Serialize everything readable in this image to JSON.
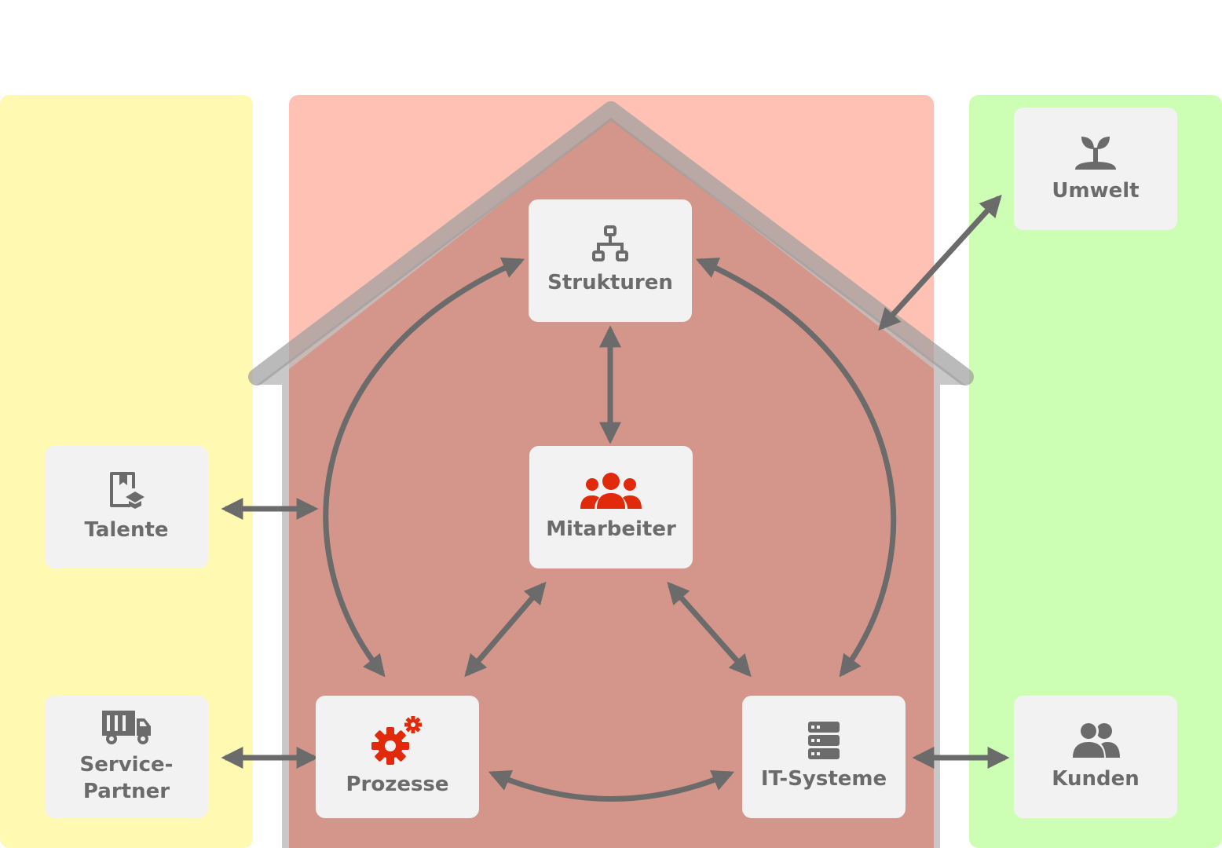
{
  "diagram": {
    "nodes": {
      "strukturen": {
        "label": "Strukturen",
        "icon": "sitemap-icon"
      },
      "mitarbeiter": {
        "label": "Mitarbeiter",
        "icon": "team-icon"
      },
      "talente": {
        "label": "Talente",
        "icon": "talent-book-icon"
      },
      "service_partner": {
        "label": "Service-\nPartner",
        "icon": "truck-icon"
      },
      "prozesse": {
        "label": "Prozesse",
        "icon": "gears-icon"
      },
      "it_systeme": {
        "label": "IT-Systeme",
        "icon": "server-icon"
      },
      "umwelt": {
        "label": "Umwelt",
        "icon": "plant-icon"
      },
      "kunden": {
        "label": "Kunden",
        "icon": "users-icon"
      }
    },
    "colors": {
      "zone_left": "#fff9b1",
      "zone_center": "#fec1b4",
      "zone_right": "#ccffb3",
      "house_fill": "#d4968a",
      "house_outline": "#9c9c9c",
      "arrow": "#6b6b6b",
      "card": "#f2f2f2",
      "accent": "#e02a0b"
    }
  }
}
